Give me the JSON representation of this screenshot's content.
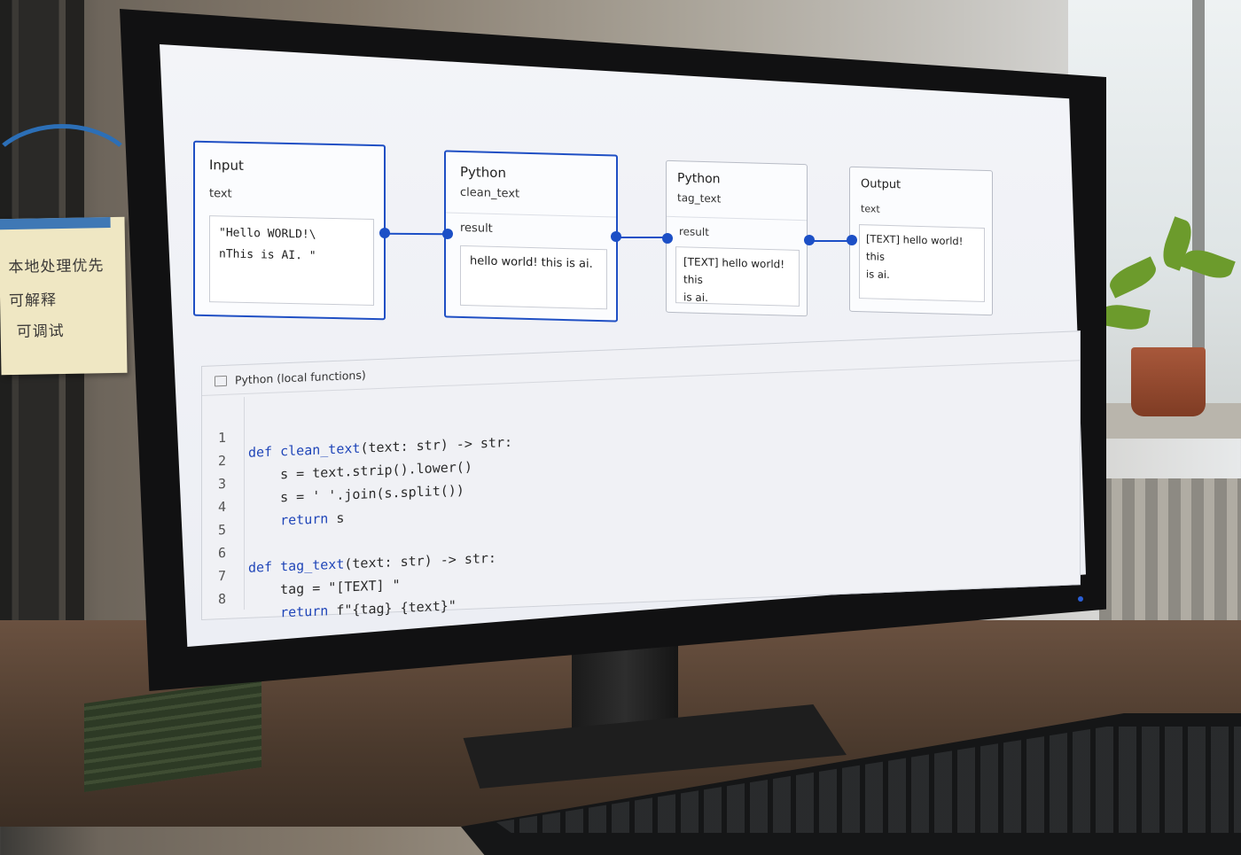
{
  "sticky_note": {
    "lines": [
      "本地处理优先",
      "可解释",
      "可调试"
    ]
  },
  "flow": {
    "nodes": [
      {
        "title": "Input",
        "subtitle": "",
        "port": "text",
        "value_lines": [
          "\"Hello WORLD!\\",
          "nThis is  AI. \""
        ],
        "selected": true
      },
      {
        "title": "Python",
        "subtitle": "clean_text",
        "port": "result",
        "value_lines": [
          "hello world!  this is ai."
        ],
        "selected": true
      },
      {
        "title": "Python",
        "subtitle": "tag_text",
        "port": "result",
        "value_lines": [
          "[TEXT] hello world! this",
          "is ai."
        ],
        "selected": false
      },
      {
        "title": "Output",
        "subtitle": "",
        "port": "text",
        "value_lines": [
          "[TEXT]  hello world!  this",
          "is ai."
        ],
        "selected": false
      }
    ],
    "wire_color": "#1c4fc6"
  },
  "code_panel": {
    "header": "Python (local functions)",
    "lines": [
      {
        "n": "1",
        "kw": "def ",
        "rest": "clean_text",
        "tail": "(text: str) -> str:"
      },
      {
        "n": "2",
        "kw": "",
        "rest": "    s = text.strip().lower()",
        "tail": ""
      },
      {
        "n": "3",
        "kw": "",
        "rest": "    s = ' '.join(s.split())",
        "tail": ""
      },
      {
        "n": "4",
        "kw": "    return",
        "rest": " s",
        "tail": ""
      },
      {
        "n": "5",
        "kw": "",
        "rest": "",
        "tail": ""
      },
      {
        "n": "6",
        "kw": "def ",
        "rest": "tag_text",
        "tail": "(text: str) -> str:"
      },
      {
        "n": "7",
        "kw": "",
        "rest": "    tag = \"[TEXT] \"",
        "tail": ""
      },
      {
        "n": "8",
        "kw": "    return",
        "rest": " f\"{tag} {text}\"",
        "tail": ""
      }
    ]
  },
  "colors": {
    "accent": "#1f4fc4",
    "screen_bg": "#f1f2f6",
    "bezel": "#111112"
  }
}
